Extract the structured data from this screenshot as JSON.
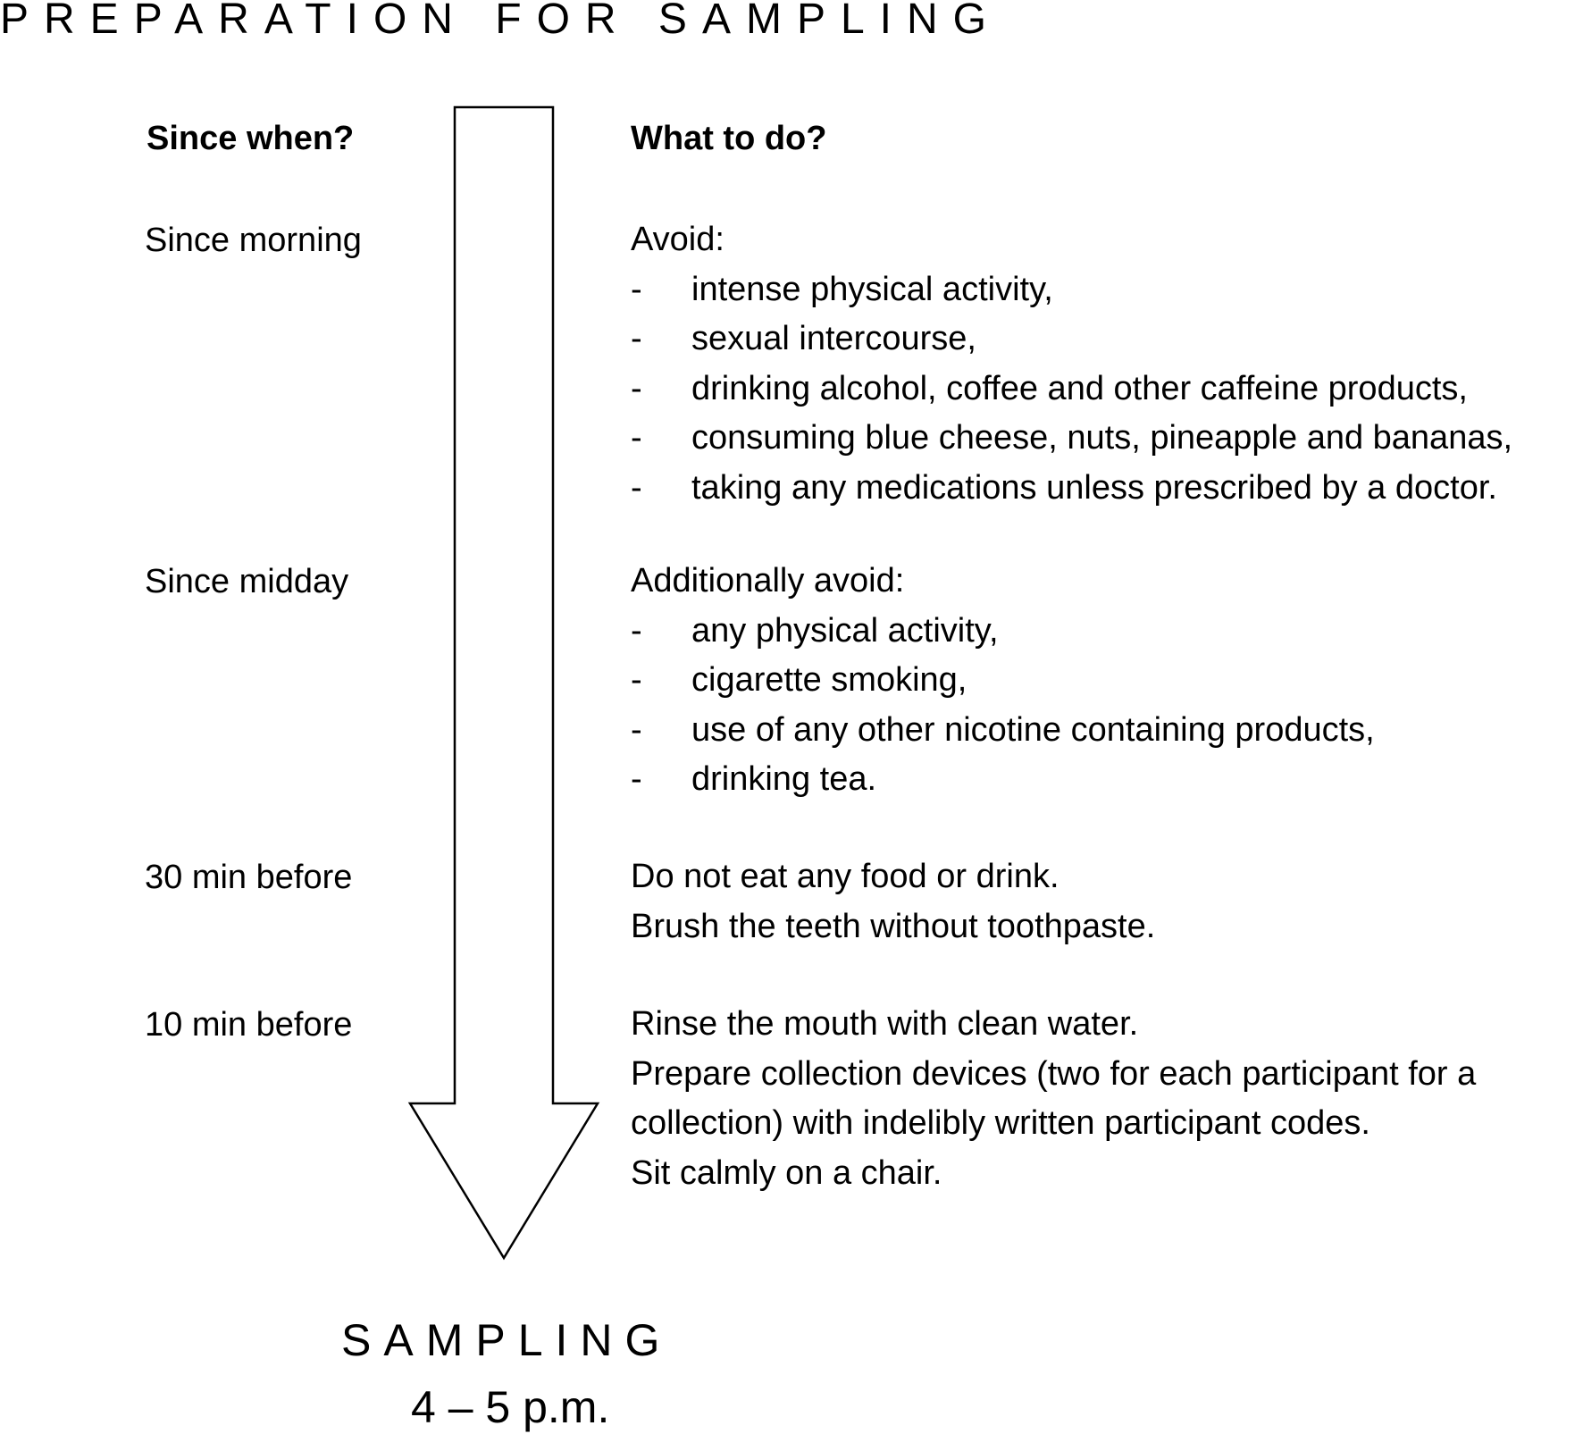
{
  "title": "PREPARATION FOR SAMPLING",
  "headings": {
    "when": "Since when?",
    "what": "What to do?"
  },
  "steps": [
    {
      "when": "Since morning",
      "intro": "Avoid:",
      "items": [
        "intense physical activity,",
        "sexual intercourse,",
        "drinking alcohol, coffee and other caffeine products,",
        "consuming blue cheese, nuts, pineapple and bananas,",
        "taking any medications unless prescribed by a doctor."
      ]
    },
    {
      "when": "Since midday",
      "intro": "Additionally avoid:",
      "items": [
        "any physical activity,",
        "cigarette smoking,",
        "use of any other nicotine containing products,",
        "drinking tea."
      ]
    },
    {
      "when": "30 min before",
      "lines": [
        "Do not eat any food or drink.",
        "Brush the teeth without toothpaste."
      ]
    },
    {
      "when": "10 min before",
      "lines": [
        "Rinse the mouth with clean water.",
        "Prepare collection devices (two for each participant for a",
        "collection) with indelibly written participant codes.",
        "Sit calmly on a chair."
      ]
    }
  ],
  "dash": "-",
  "sampling": {
    "label": "SAMPLING",
    "time": "4 – 5 p.m."
  }
}
